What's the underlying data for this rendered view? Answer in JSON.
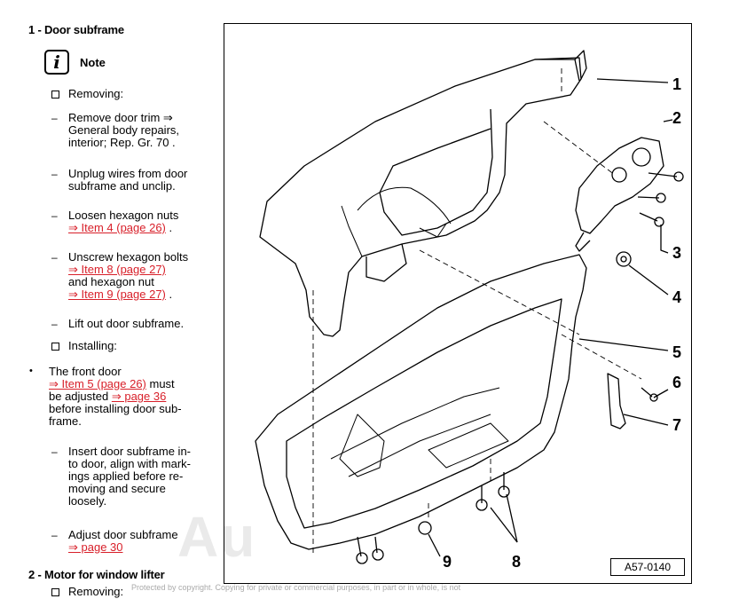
{
  "section1": {
    "heading": "1 - Door subframe",
    "note_label": "Note",
    "removing": "Removing:",
    "steps": [
      {
        "lines": [
          "Remove door trim ⇒",
          "General body repairs,",
          "interior; Rep. Gr.  70 ."
        ]
      },
      {
        "lines": [
          "Unplug wires from door",
          "subframe and unclip."
        ]
      },
      {
        "lines": [
          "Loosen hexagon nuts"
        ],
        "link": "⇒ Item 4 (page 26)",
        "after": " ."
      },
      {
        "lines": [
          "Unscrew hexagon bolts"
        ],
        "link": "⇒ Item 8 (page 27)",
        "mid": "and hexagon nut",
        "link2": "⇒ Item 9 (page 27)",
        "after": " ."
      },
      {
        "lines": [
          "Lift out door subframe."
        ]
      }
    ],
    "installing": "Installing:",
    "bullet": {
      "text1": "The front door",
      "link1": "⇒ Item 5 (page 26)",
      "text2": " must",
      "text3": "be adjusted ",
      "link2": "⇒ page 36",
      "text4": "before installing door sub-",
      "text5": "frame."
    },
    "install_steps": [
      {
        "lines": [
          "Insert door subframe in-",
          "to door, align with mark-",
          "ings applied before re-",
          "moving and secure",
          "loosely."
        ]
      },
      {
        "lines": [
          "Adjust door subframe"
        ],
        "link": "⇒ page 30"
      }
    ]
  },
  "section2": {
    "heading": "2 - Motor for window lifter",
    "removing": "Removing:"
  },
  "figure": {
    "id": "A57-0140",
    "callouts": [
      "1",
      "2",
      "3",
      "4",
      "5",
      "6",
      "7",
      "8",
      "9"
    ]
  },
  "footer": {
    "text": "Protected by copyright. Copying for private or commercial purposes, in part or in whole, is not"
  },
  "watermark": {
    "text": "Au"
  }
}
